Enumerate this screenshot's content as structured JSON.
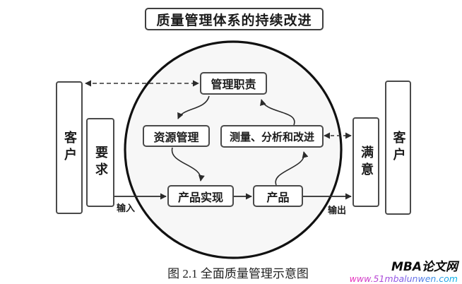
{
  "title_box": {
    "label": "质量管理体系的持续改进"
  },
  "circle_nodes": {
    "management": {
      "label": "管理职责"
    },
    "resources": {
      "label": "资源管理"
    },
    "measurement": {
      "label": "测量、分析和改进"
    },
    "realization": {
      "label": "产品实现"
    },
    "product": {
      "label": "产品"
    }
  },
  "side_nodes": {
    "customer_left": {
      "label": "客户"
    },
    "requirements": {
      "label": "要求"
    },
    "satisfaction": {
      "label": "满意"
    },
    "customer_right": {
      "label": "客户"
    }
  },
  "flow_labels": {
    "input": "输入",
    "output": "输出"
  },
  "caption": "图 2.1 全面质量管理示意图",
  "watermark": {
    "site_name": "MBA论文网",
    "site_url": "www.51mbalunwen.com"
  },
  "colors": {
    "line": "#2b2b2b",
    "box_border": "#4a4a4a",
    "circle_stroke": "#111111",
    "circle_fill": "#f7f7f7",
    "url_gradient_start": "#ef2fb8",
    "url_gradient_end": "#00b6e6"
  }
}
